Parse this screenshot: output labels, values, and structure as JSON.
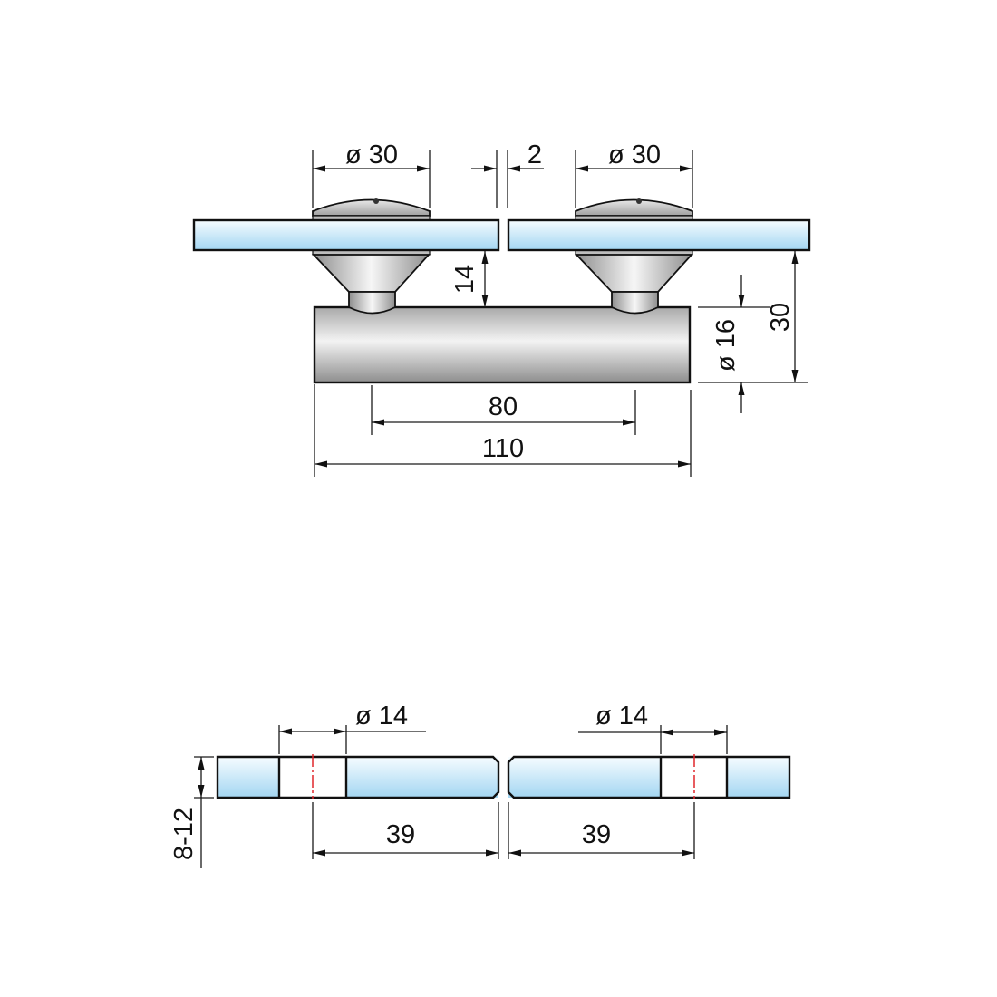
{
  "drawing": {
    "title": "Glass-to-glass connector technical drawing",
    "colors": {
      "glass_top": "#f4fbff",
      "glass_bottom": "#a6d8f3",
      "metal_light": "#f2f2f2",
      "metal_dark": "#9a9a9a",
      "centerline": "#e0262b",
      "line": "#111111"
    },
    "front_view": {
      "dimensions": {
        "left_disc_diameter": "ø 30",
        "gap": "2",
        "right_disc_diameter": "ø 30",
        "glass_to_bar": "14",
        "bar_diameter": "ø 16",
        "overall_height": "30",
        "hole_spacing": "80",
        "bar_length": "110"
      }
    },
    "section_view": {
      "dimensions": {
        "left_hole_diameter": "ø 14",
        "right_hole_diameter": "ø 14",
        "glass_thickness": "8-12",
        "left_edge_distance": "39",
        "right_edge_distance": "39"
      }
    }
  }
}
